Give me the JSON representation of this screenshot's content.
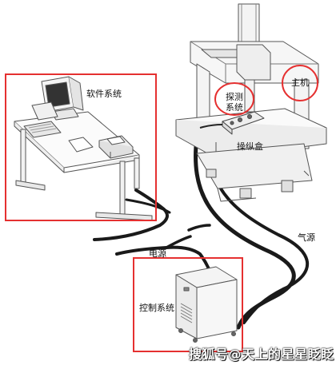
{
  "labels": {
    "software": "软件系统",
    "probe": "探测系统",
    "host": "主机",
    "joystick": "操纵盒",
    "air": "气源",
    "power": "电源",
    "control": "控制系统"
  },
  "watermark": "搜狐号@天上的星星眨眨",
  "colors": {
    "highlight_red": "#e53030",
    "cable": "#1a1a1a",
    "line_art": "#555555"
  }
}
